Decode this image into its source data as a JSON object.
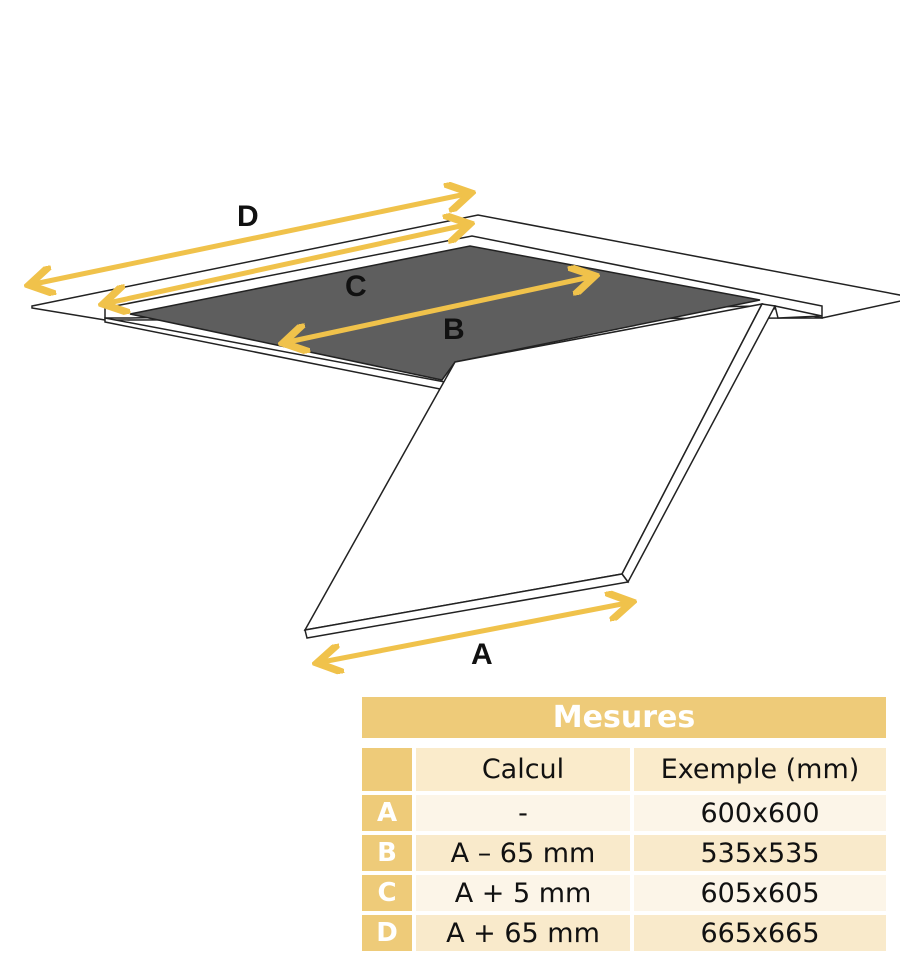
{
  "diagram": {
    "labels": {
      "A": "A",
      "B": "B",
      "C": "C",
      "D": "D"
    },
    "arrow_color": "#F0C24B",
    "opening_color": "#5E5E5E"
  },
  "table": {
    "title": "Mesures",
    "headers": [
      "",
      "Calcul",
      "Exemple (mm)"
    ],
    "rows": [
      {
        "key": "A",
        "calc": "-",
        "example": "600x600"
      },
      {
        "key": "B",
        "calc": "A – 65 mm",
        "example": "535x535"
      },
      {
        "key": "C",
        "calc": "A + 5 mm",
        "example": "605x605"
      },
      {
        "key": "D",
        "calc": "A + 65 mm",
        "example": "665x665"
      }
    ]
  }
}
